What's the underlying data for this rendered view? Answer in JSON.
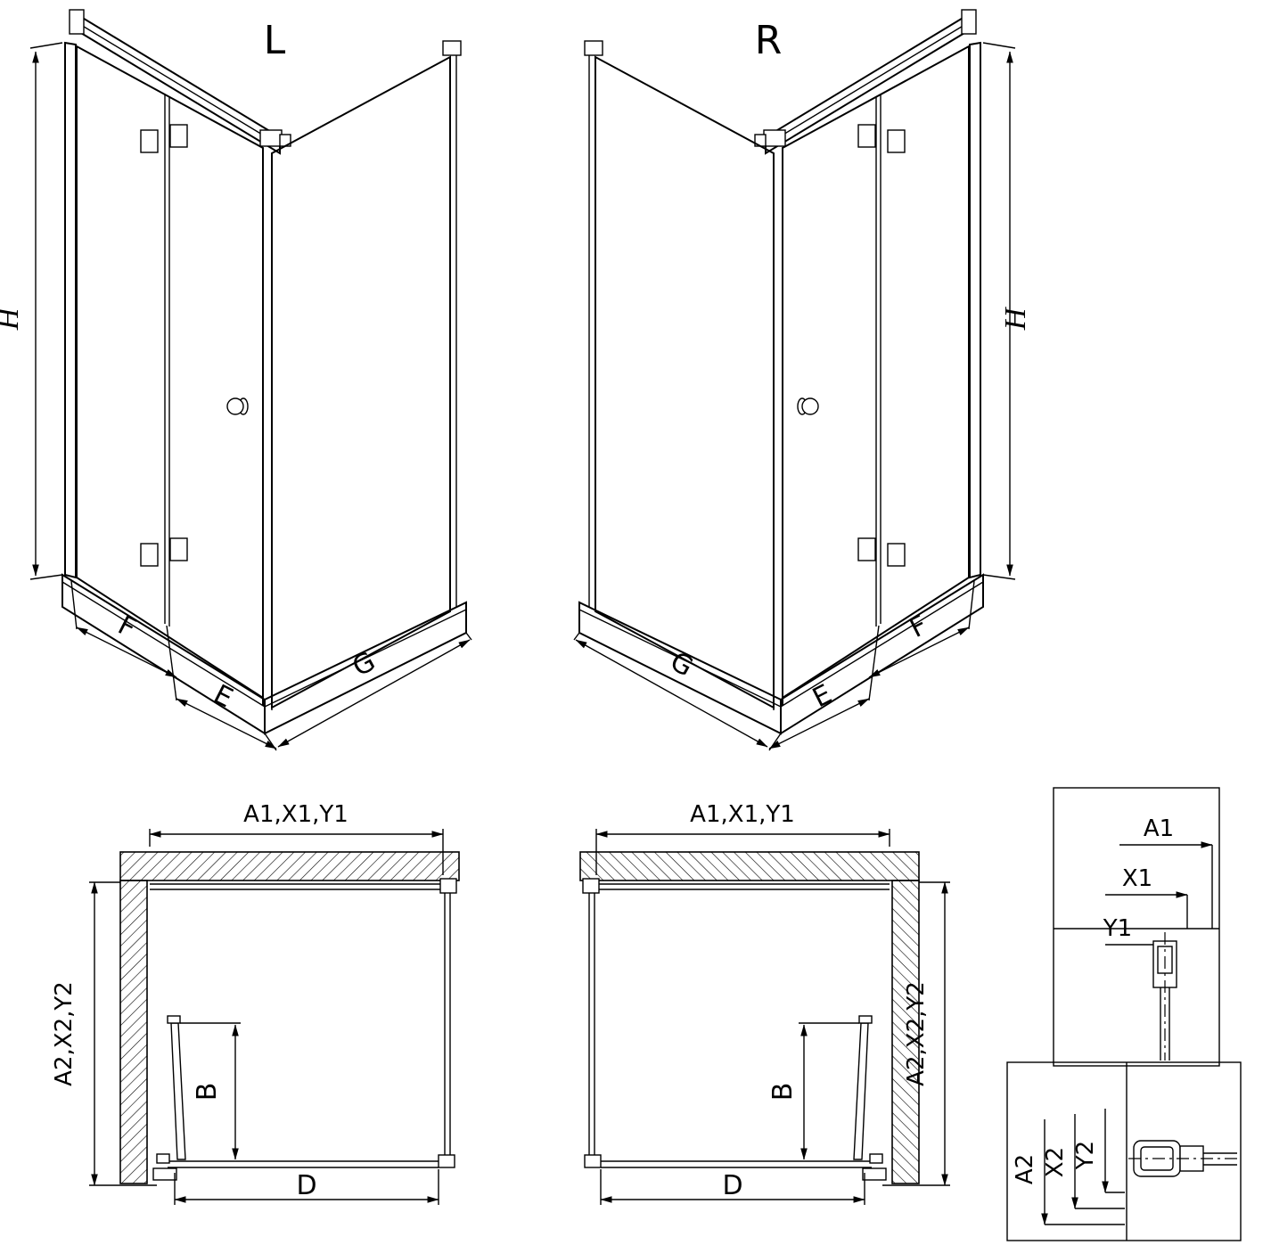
{
  "drawing": {
    "left_iso": {
      "label": "L",
      "h": "H",
      "f": "F",
      "e": "E",
      "g": "G"
    },
    "right_iso": {
      "label": "R",
      "h": "H",
      "f": "F",
      "e": "E",
      "g": "G"
    },
    "left_plan": {
      "width_dim": "A1,X1,Y1",
      "depth_dim": "A2,X2,Y2",
      "door_dim": "B",
      "entry_dim": "D"
    },
    "right_plan": {
      "width_dim": "A1,X1,Y1",
      "depth_dim": "A2,X2,Y2",
      "door_dim": "B",
      "entry_dim": "D"
    },
    "detail_top": {
      "a1": "A1",
      "x1": "X1",
      "y1": "Y1"
    },
    "detail_bottom": {
      "a2": "A2",
      "x2": "X2",
      "y2": "Y2"
    }
  }
}
